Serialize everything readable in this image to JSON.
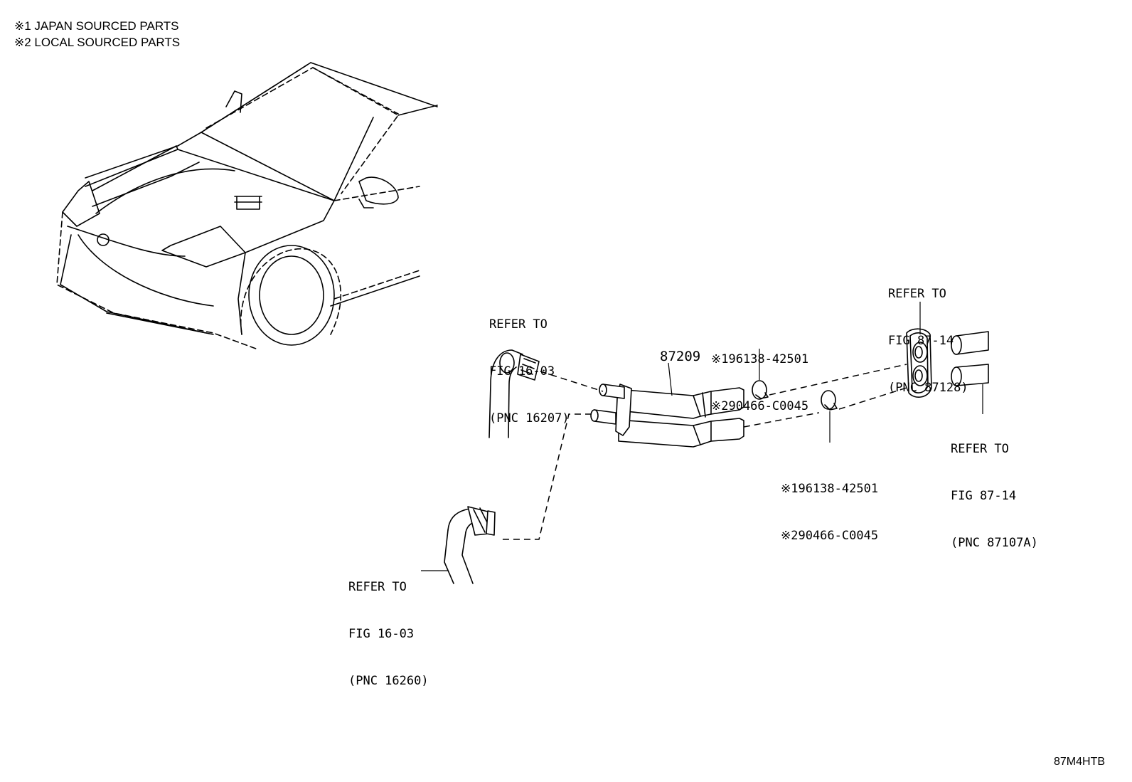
{
  "legend": {
    "note1": "※1 JAPAN SOURCED PARTS",
    "note2": "※2 LOCAL SOURCED PARTS"
  },
  "callouts": {
    "hose_upper": {
      "line1": "REFER TO",
      "line2": "FIG 16-03",
      "line3": "(PNC 16207)"
    },
    "hose_lower": {
      "line1": "REFER TO",
      "line2": "FIG 16-03",
      "line3": "(PNC 16260)"
    },
    "grommet": {
      "line1": "REFER TO",
      "line2": "FIG 87-14",
      "line3": "(PNC 87128)"
    },
    "pipes": {
      "line1": "REFER TO",
      "line2": "FIG 87-14",
      "line3": "(PNC 87107A)"
    },
    "main_part": "87209",
    "clamp_upper": {
      "line1": "※196138-42501",
      "line2": "※290466-C0045"
    },
    "clamp_lower": {
      "line1": "※196138-42501",
      "line2": "※290466-C0045"
    }
  },
  "diagram_code": "87M4HTB",
  "icons": [
    "car-front-outline",
    "heater-hose-assembly",
    "hose-clamp",
    "grommet",
    "water-pipe"
  ]
}
